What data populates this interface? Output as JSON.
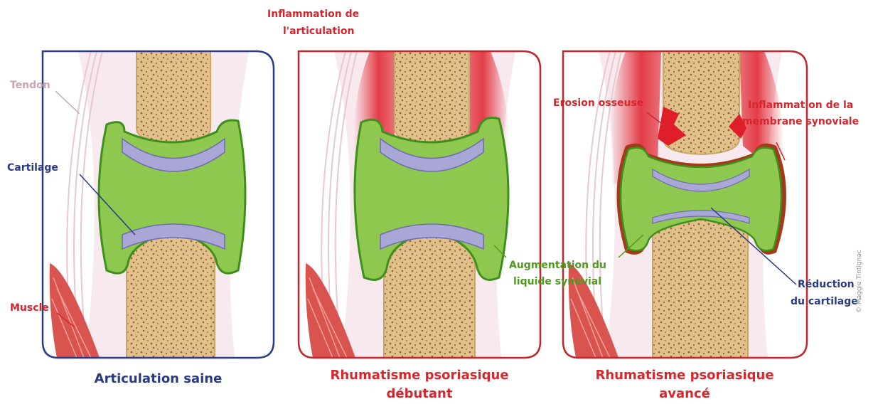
{
  "panels": [
    {
      "caption": "Articulation saine"
    },
    {
      "caption_line1": "Rhumatisme psoriasique",
      "caption_line2": "débutant"
    },
    {
      "caption_line1": "Rhumatisme psoriasique",
      "caption_line2": "avancé"
    }
  ],
  "labels": {
    "tendon": "Tendon",
    "cartilage": "Cartilage",
    "muscle": "Muscle",
    "inflammation_articulation_line1": "Inflammation de",
    "inflammation_articulation_line2": "l'articulation",
    "augmentation_line1": "Augmentation du",
    "augmentation_line2": "liquide synovial",
    "erosion": "Erosion osseuse",
    "inflammation_membrane_line1": "Inflammation de la",
    "inflammation_membrane_line2": "membrane synoviale",
    "reduction_line1": "Réduction",
    "reduction_line2": "du cartilage"
  },
  "credit": "© Maggie Tintignac",
  "colors": {
    "healthy_border": "#2a3a85",
    "disease_border": "#c0262c",
    "bone": "#efd4a2",
    "synovial_fluid": "#8fc84f",
    "cartilage": "#a9a7d6",
    "inflammation": "#e01e2a",
    "tendon": "#f3e3e8",
    "muscle": "#d9534f"
  }
}
